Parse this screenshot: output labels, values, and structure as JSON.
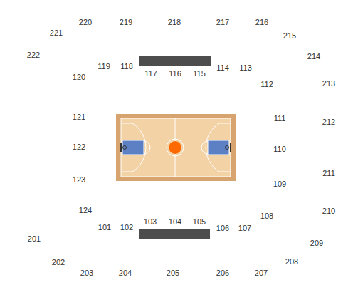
{
  "diagram": {
    "labels": [
      "220",
      "219",
      "218",
      "217",
      "216",
      "221",
      "215",
      "222",
      "214",
      "119",
      "118",
      "114",
      "113",
      "117",
      "116",
      "115",
      "120",
      "112",
      "213",
      "121",
      "111",
      "212",
      "122",
      "110",
      "211",
      "123",
      "109",
      "124",
      "210",
      "108",
      "103",
      "104",
      "105",
      "101",
      "102",
      "106",
      "107",
      "201",
      "209",
      "202",
      "208",
      "203",
      "204",
      "205",
      "206",
      "207"
    ]
  }
}
